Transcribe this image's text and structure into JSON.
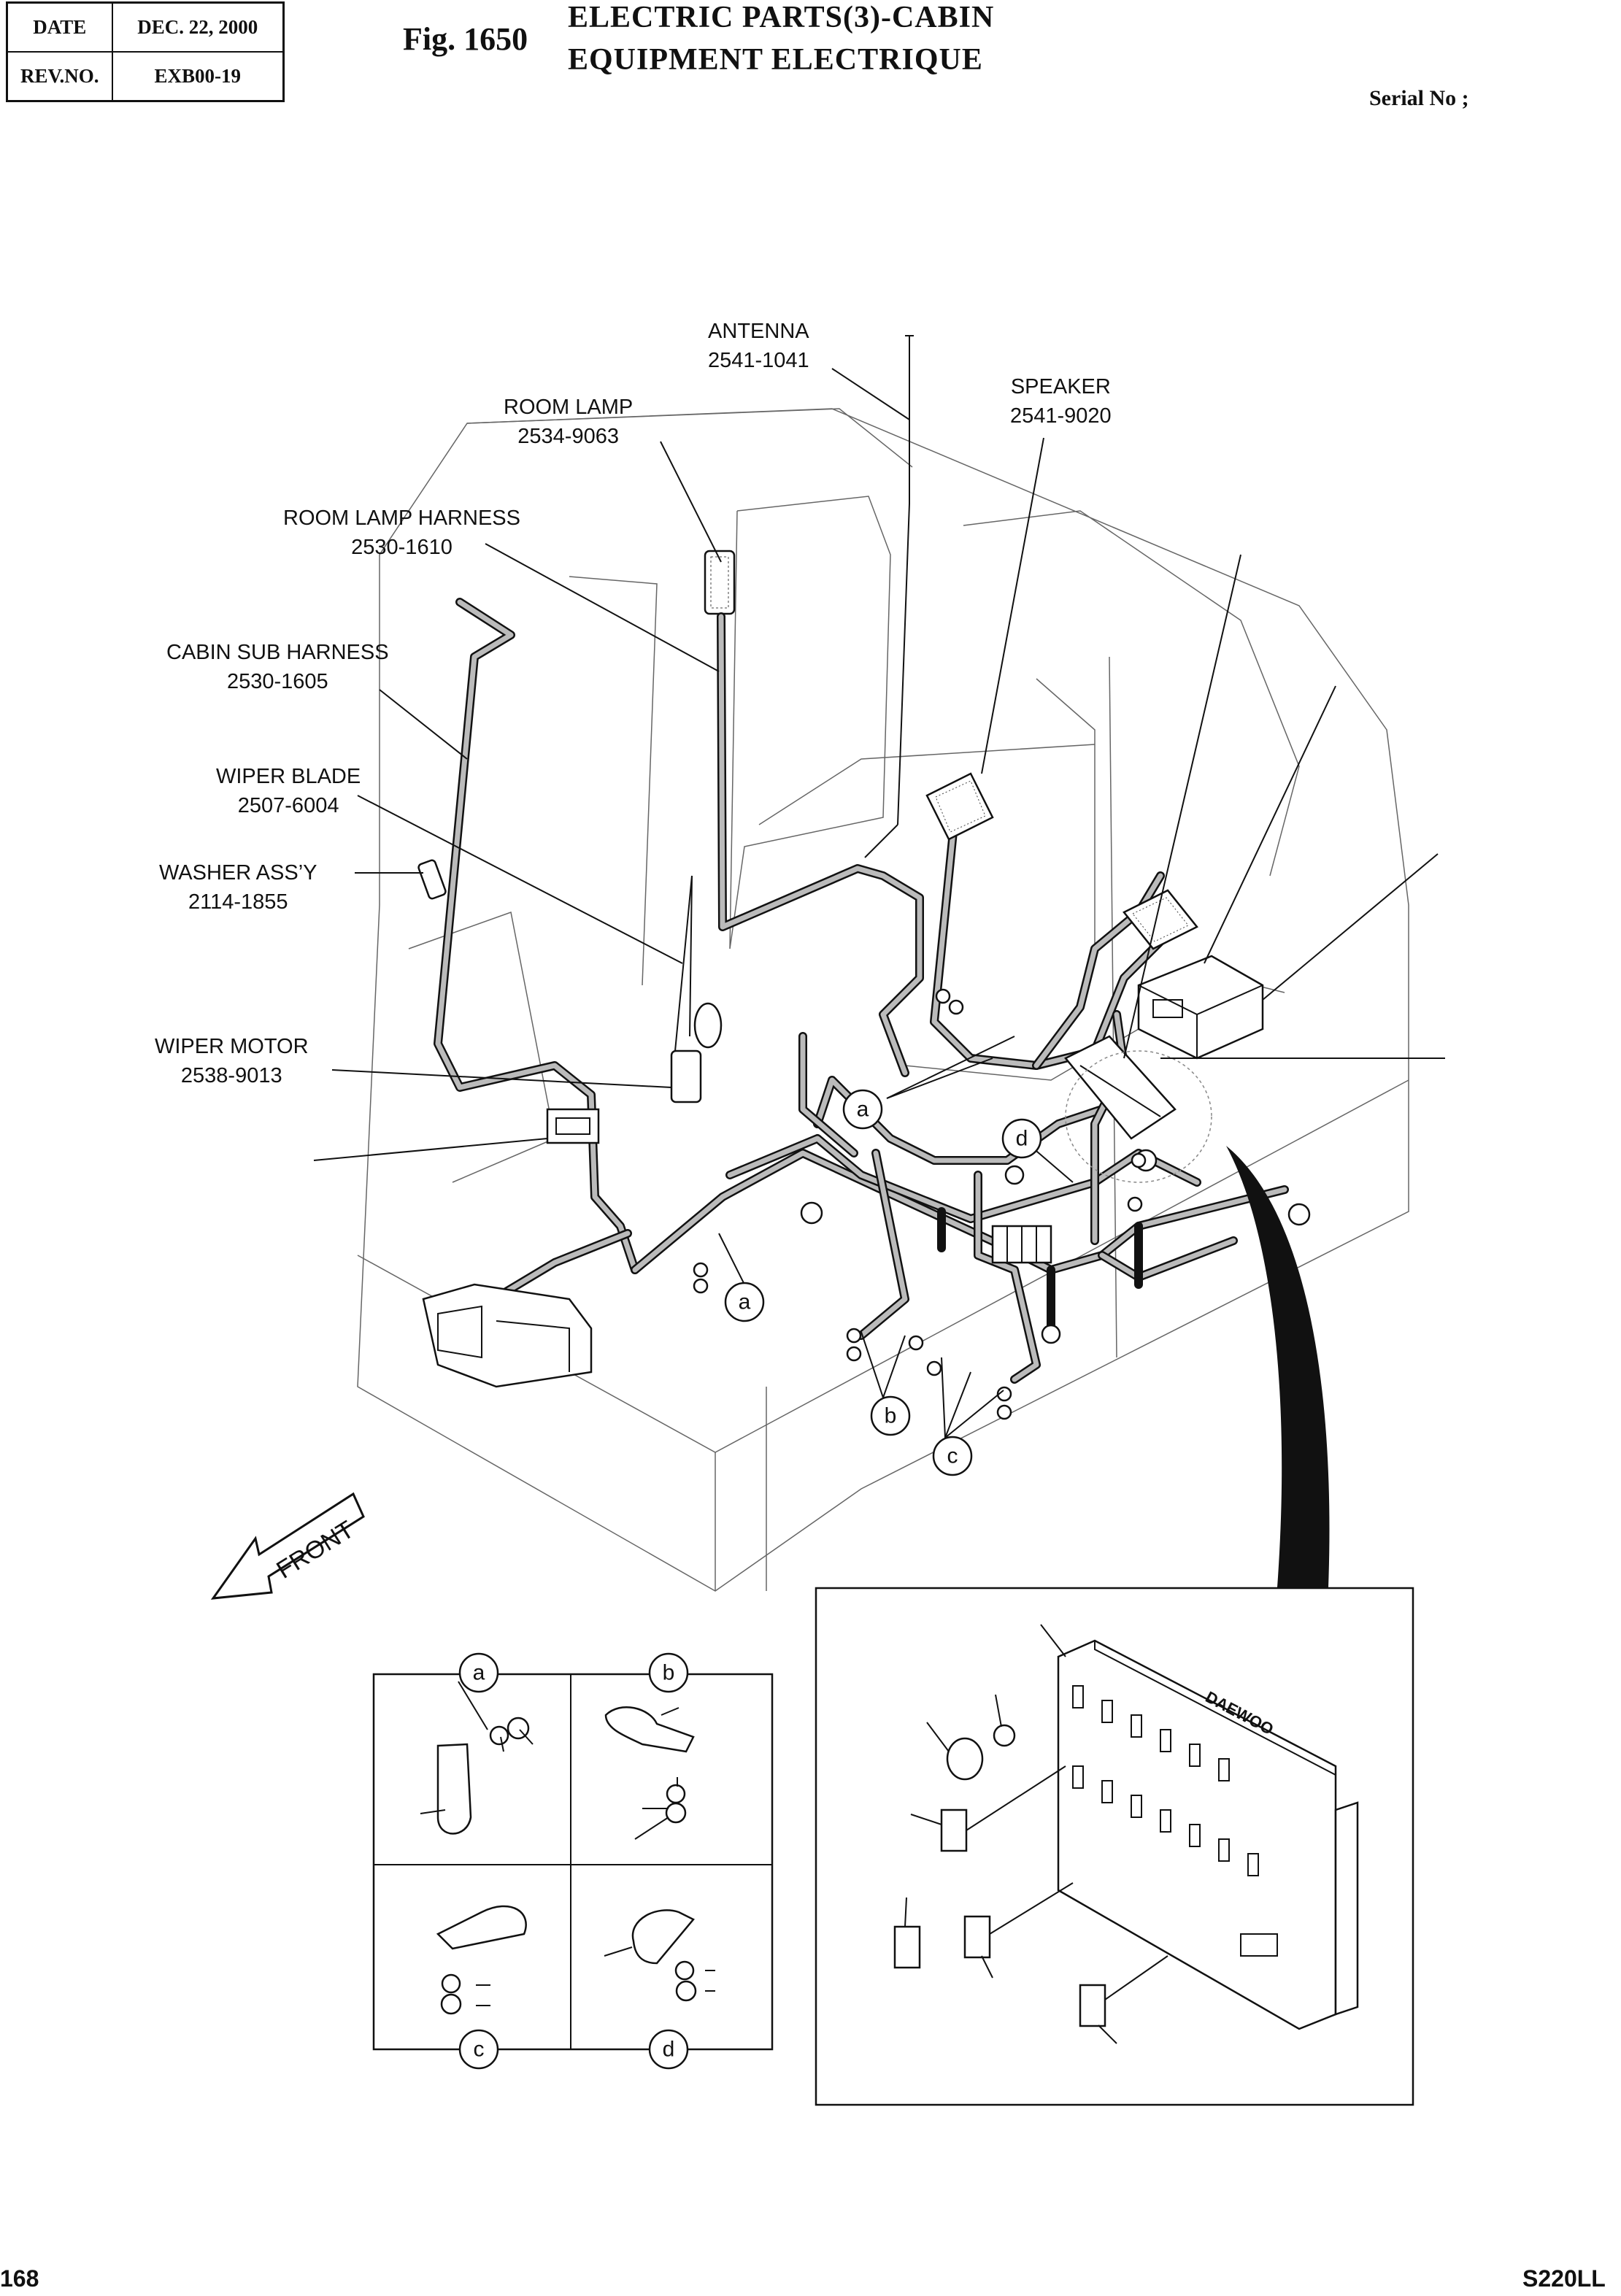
{
  "header": {
    "date_label": "DATE",
    "date_value": "DEC. 22, 2000",
    "rev_label": "REV.NO.",
    "rev_value": "EXB00-19",
    "fig_no": "Fig. 1650",
    "title_en": "ELECTRIC PARTS(3)-CABIN",
    "title_fr": "EQUIPMENT ELECTRIQUE",
    "serial": "Serial No ;"
  },
  "callouts": [
    {
      "name": "ANTENNA",
      "part": "2541-1041"
    },
    {
      "name": "SPEAKER",
      "part": "2541-9020"
    },
    {
      "name": "ROOM LAMP",
      "part": "2534-9063"
    },
    {
      "name": "ROOM LAMP HARNESS",
      "part": "2530-1610"
    },
    {
      "name": "CABIN SUB HARNESS",
      "part": "2530-1605"
    },
    {
      "name": "WIPER BLADE",
      "part": "2507-6004"
    },
    {
      "name": "WASHER ASS’Y",
      "part": "2114-1855"
    },
    {
      "name": "WIPER MOTOR",
      "part": "2538-9013"
    }
  ],
  "detail_letters": [
    "a",
    "b",
    "c",
    "d"
  ],
  "direction_label": "FRONT",
  "fuse_box_brand": "DAEWOO",
  "footer": {
    "page": "168",
    "model": "S220LL"
  }
}
